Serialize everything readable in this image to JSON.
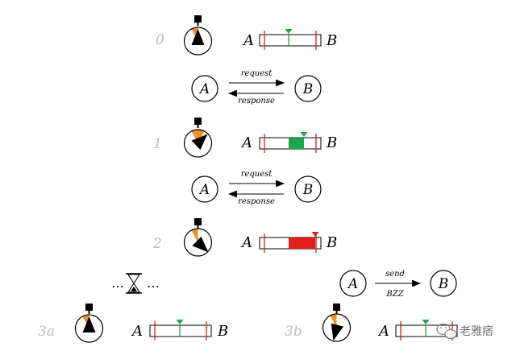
{
  "colors": {
    "ink": "#000000",
    "step_label": "#bbbbbb",
    "wedge": "#f0902a",
    "green": "#1fa64a",
    "red": "#e11d1d",
    "bar_red_line": "#d62020"
  },
  "steps": [
    {
      "label": "0",
      "fill": "none"
    },
    {
      "label": "1",
      "fill": "green"
    },
    {
      "label": "2",
      "fill": "red"
    },
    {
      "label": "3a",
      "fill": "none"
    },
    {
      "label": "3b",
      "fill": "none"
    }
  ],
  "node_a": "A",
  "node_b": "B",
  "exchanges": [
    {
      "forward": "request",
      "backward": "response"
    },
    {
      "forward": "request",
      "backward": "response"
    }
  ],
  "send_exchange": {
    "forward": "send",
    "below": "BZZ"
  },
  "wait_marker": {
    "left": "…",
    "right": "…",
    "icon": "hourglass-icon"
  },
  "watermark": {
    "text": "老雅痞"
  }
}
